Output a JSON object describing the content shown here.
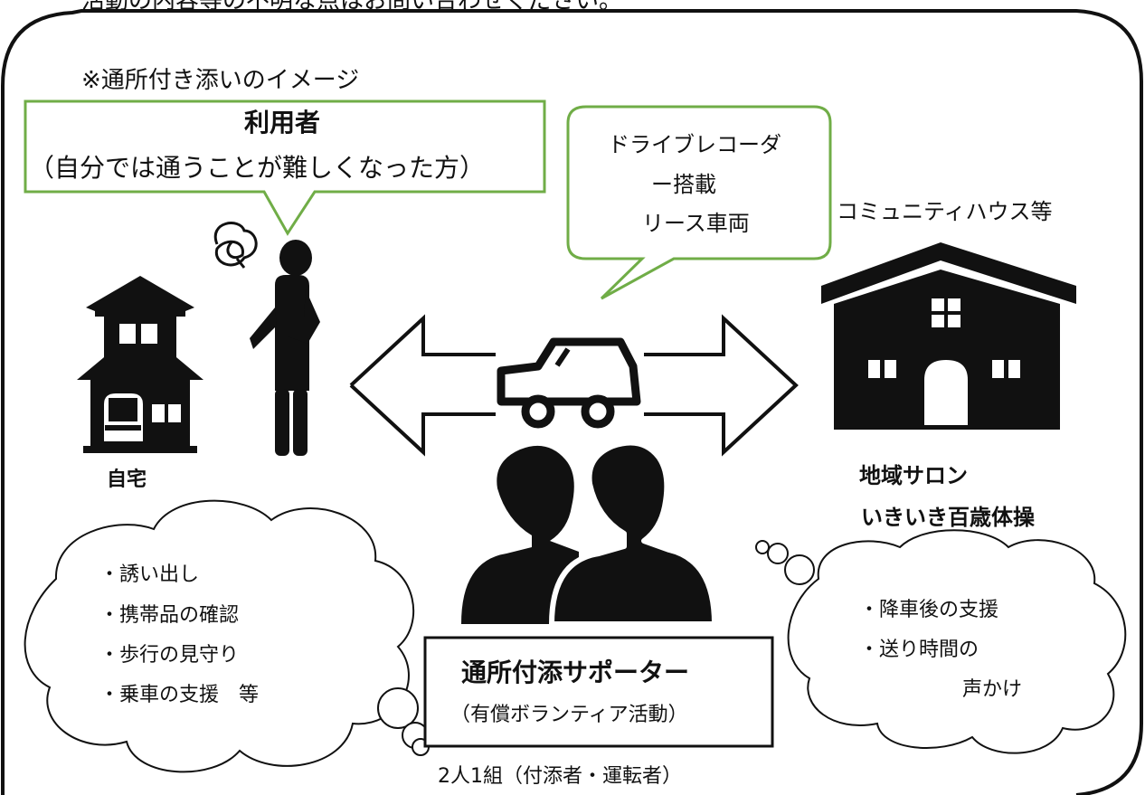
{
  "header_text": "活動の内容等の不明な点はお問い合わせください。",
  "image_note": "※通所付き添いのイメージ",
  "user_box": {
    "title": "利用者",
    "subtitle": "（自分では通うことが難しくなった方）"
  },
  "car_bubble": {
    "line1": "ドライブレコーダ",
    "line2": "ー搭載",
    "line3": "リース車両"
  },
  "destination_label": "コミュニティハウス等",
  "home_label": "自宅",
  "destination_activities": {
    "line1": "地域サロン",
    "line2": "いきいき百歳体操"
  },
  "home_support": [
    "・誘い出し",
    "・携帯品の確認",
    "・歩行の見守り",
    "・乗車の支援　等"
  ],
  "dest_support": [
    "・降車後の支援",
    "・送り時間の",
    "声かけ"
  ],
  "supporter_box": {
    "title": "通所付添サポーター",
    "subtitle": "（有償ボランティア活動）"
  },
  "team_note": "2人1組（付添者・運転者）",
  "colors": {
    "accent_green": "#70ad47",
    "ink": "#1a1a1a"
  },
  "icons": [
    "house-icon",
    "worried-person-icon",
    "car-icon",
    "community-house-icon",
    "supporters-icon",
    "double-arrow-icon"
  ]
}
